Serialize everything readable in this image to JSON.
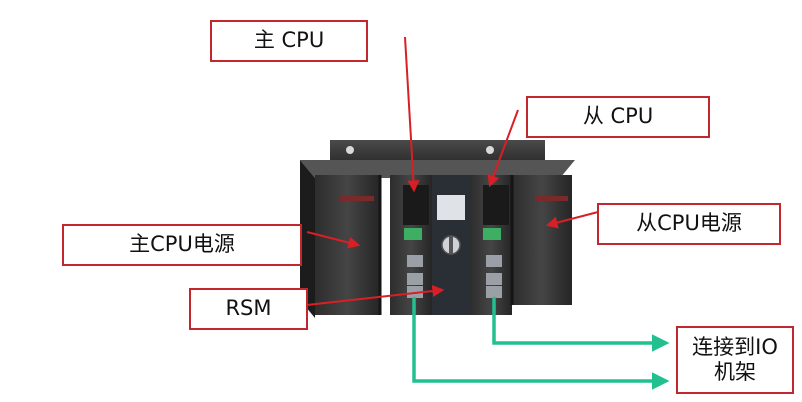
{
  "labels": {
    "main_cpu": "主 CPU",
    "standby_cpu": "从 CPU",
    "main_cpu_power": "主CPU电源",
    "standby_cpu_power": "从CPU电源",
    "rsm": "RSM",
    "connect_to_io_line1": "连接到IO",
    "connect_to_io_line2": "机架"
  },
  "colors": {
    "label_border": "#c0282d",
    "pointer_arrow": "#d81f26",
    "io_link_arrow": "#22c08f"
  }
}
